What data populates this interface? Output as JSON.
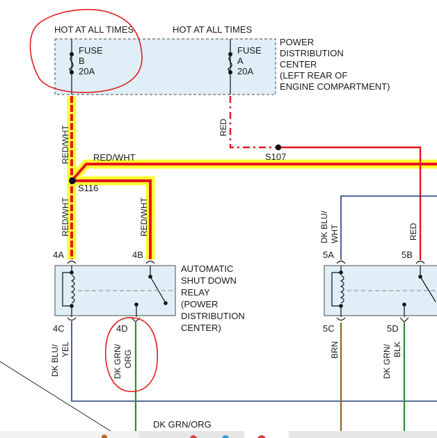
{
  "fuses": {
    "hot_left": "HOT AT ALL TIMES",
    "hot_right": "HOT AT ALL TIMES",
    "fuse_b": [
      "FUSE",
      "B",
      "20A"
    ],
    "fuse_a": [
      "FUSE",
      "A",
      "20A"
    ]
  },
  "pdc_label": [
    "POWER",
    "DISTRIBUTION",
    "CENTER",
    "(LEFT REAR OF",
    "ENGINE COMPARTMENT)"
  ],
  "wires": {
    "red_wht_top": "RED/WHT",
    "red_wht_horizontal": "RED/WHT",
    "red_wht_4a": "RED/WHT",
    "red_wht_4b": "RED/WHT",
    "red": "RED",
    "red_5b": "RED",
    "dk_blu_wht": [
      "DK BLU/",
      "WHT"
    ],
    "dk_blu_yel": [
      "DK BLU/",
      "YEL"
    ],
    "dk_grn_org_4d": [
      "DK GRN/",
      "ORG"
    ],
    "brn": "BRN",
    "dk_grn_blk": [
      "DK GRN/",
      "BLK"
    ],
    "dk_grn_org_bottom": "DK GRN/ORG"
  },
  "splices": {
    "s107": "S107",
    "s116": "S116"
  },
  "pins": {
    "p4a": "4A",
    "p4b": "4B",
    "p4c": "4C",
    "p4d": "4D",
    "p5a": "5A",
    "p5b": "5B",
    "p5c": "5C",
    "p5d": "5D"
  },
  "asd_relay_label": [
    "AUTOMATIC",
    "SHUT DOWN",
    "RELAY",
    "(POWER",
    "DISTRIBUTION",
    "CENTER)"
  ],
  "colors": {
    "red_wire": "#e8141b",
    "highlight": "#ffff33",
    "annotation": "#e01c1c",
    "box_fill": "#dfeef7",
    "dk_blu": "#1f3b7a",
    "dk_grn": "#2f8a2f",
    "brn": "#8a6a1a"
  }
}
